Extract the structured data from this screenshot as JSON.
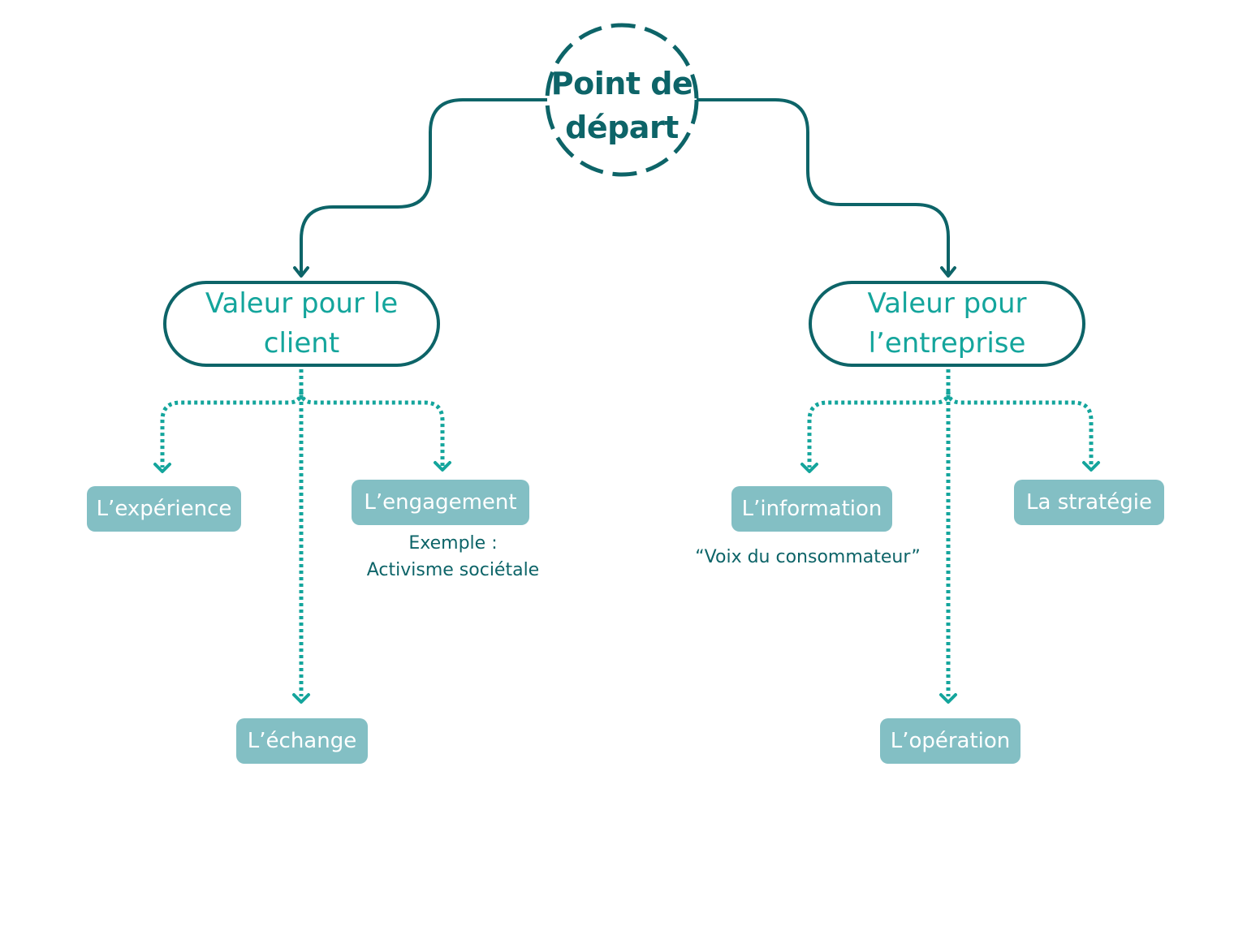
{
  "root": {
    "lines": [
      "Point de",
      "départ"
    ]
  },
  "branches": {
    "client": {
      "lines": [
        "Valeur pour le",
        "client"
      ],
      "children": {
        "experience": "L’expérience",
        "engagement": "L’engagement",
        "echange": "L’échange"
      },
      "engagement_note": [
        "Exemple :",
        "Activisme sociétale"
      ]
    },
    "entreprise": {
      "lines": [
        "Valeur pour",
        "l’entreprise"
      ],
      "children": {
        "information": "L’information",
        "strategie": "La stratégie",
        "operation": "L’opération"
      },
      "information_note": "“Voix du consommateur”"
    }
  },
  "colors": {
    "dark_teal": "#0d6468",
    "bright_teal": "#14a59c",
    "leaf_fill": "#83bfc4",
    "text_on_leaf": "#ffffff"
  }
}
